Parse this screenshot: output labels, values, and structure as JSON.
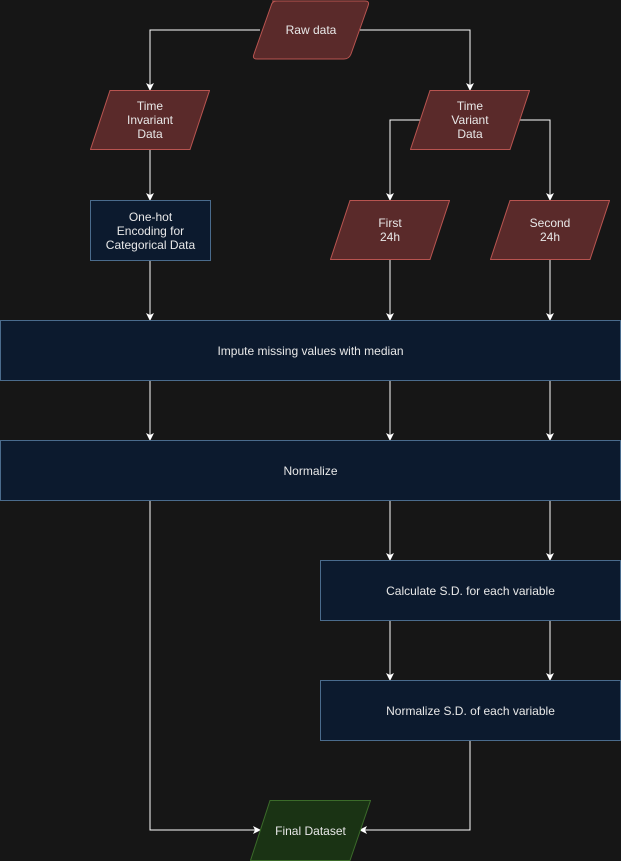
{
  "colors": {
    "background": "#161616",
    "data_fill": "#5a2a2a",
    "data_stroke": "#b85450",
    "process_fill": "#0c1a2e",
    "process_stroke": "#4a6b8c",
    "final_fill": "#1a3314",
    "final_stroke": "#3b6b2a",
    "arrow": "#ffffff"
  },
  "nodes": {
    "raw_data": "Raw data",
    "time_invariant": "Time\nInvariant\nData",
    "time_variant": "Time\nVariant\nData",
    "one_hot": "One-hot\nEncoding for\nCategorical Data",
    "first_24h": "First\n24h",
    "second_24h": "Second\n24h",
    "impute": "Impute missing values with median",
    "normalize": "Normalize",
    "calc_sd": "Calculate S.D. for each variable",
    "normalize_sd": "Normalize S.D. of each variable",
    "final_dataset": "Final Dataset"
  }
}
